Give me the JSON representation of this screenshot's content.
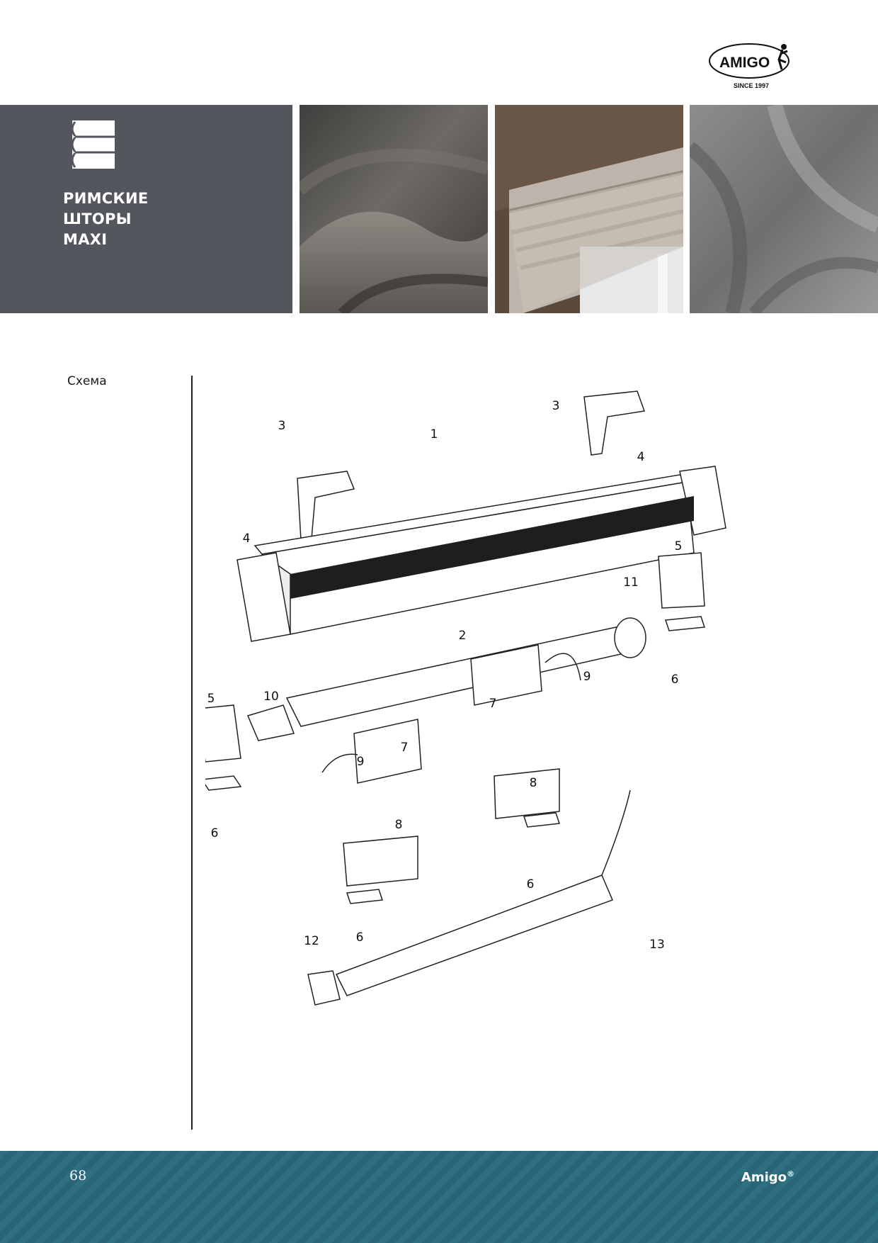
{
  "logo": {
    "word": "AMIGO",
    "since": "SINCE 1997"
  },
  "banner": {
    "title_lines": [
      "РИМСКИЕ",
      "ШТОРЫ",
      "MAXI"
    ]
  },
  "section": {
    "label": "Схема"
  },
  "diagram": {
    "callouts": [
      "1",
      "2",
      "3",
      "3",
      "4",
      "4",
      "5",
      "5",
      "6",
      "6",
      "6",
      "6",
      "7",
      "7",
      "8",
      "8",
      "9",
      "9",
      "10",
      "11",
      "12",
      "13"
    ]
  },
  "footer": {
    "page_number": "68",
    "brand": "Amigo",
    "brand_mark": "®"
  }
}
